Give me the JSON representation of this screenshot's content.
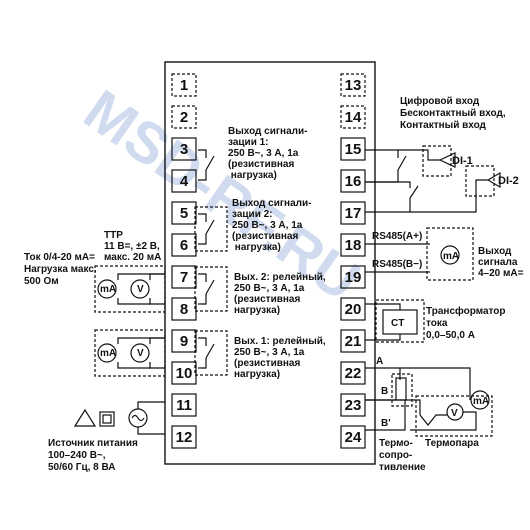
{
  "watermark": "MSD-RF.RU",
  "left_terminals": [
    "1",
    "2",
    "3",
    "4",
    "5",
    "6",
    "7",
    "8",
    "9",
    "10",
    "11",
    "12"
  ],
  "right_terminals": [
    "13",
    "14",
    "15",
    "16",
    "17",
    "18",
    "19",
    "20",
    "21",
    "22",
    "23",
    "24"
  ],
  "labels": {
    "alarm1": [
      "Выход сигнали-",
      "зации 1:",
      "250 В~, 3 А, 1а",
      "(резистивная",
      " нагрузка)"
    ],
    "alarm2": [
      "Выход сигнали-",
      "зации 2:",
      "250 В~, 3 А, 1а",
      "(резистивная",
      " нагрузка)"
    ],
    "out2": [
      "Вых. 2: релейный,",
      "250 В~, 3 А, 1а",
      "(резистивная",
      "нагрузка)"
    ],
    "out1": [
      "Вых. 1: релейный,",
      "250 В~, 3 А, 1а",
      "(резистивная",
      "нагрузка)"
    ],
    "current_in": [
      "Ток 0/4-20 мА=",
      "Нагрузка макс.",
      "500 Ом"
    ],
    "ttr": [
      "ТТР",
      "11 В=, ±2 В,",
      "макс. 20 мА"
    ],
    "power": [
      "Источник питания",
      "100–240 В~,",
      "50/60 Гц, 8 ВА"
    ],
    "digital": [
      "Цифровой вход",
      "Бесконтактный вход,",
      "Контактный вход"
    ],
    "di1": "DI-1",
    "di2": "DI-2",
    "rs485a": "RS485(A+)",
    "rs485b": "RS485(B−)",
    "analog_out": [
      "Выход",
      "сигнала",
      "4–20 мА="
    ],
    "ct": "CT",
    "transformer": [
      "Трансформатор",
      "тока",
      "0,0–50,0 А"
    ],
    "rtd_a": "A",
    "rtd_b": "B",
    "rtd_b2": "B'",
    "rtd": [
      "Термо-",
      "сопро-",
      "тивление"
    ],
    "thermocouple": "Термопара",
    "ma": "mA",
    "v": "V",
    "plus": "+",
    "minus": "−"
  }
}
